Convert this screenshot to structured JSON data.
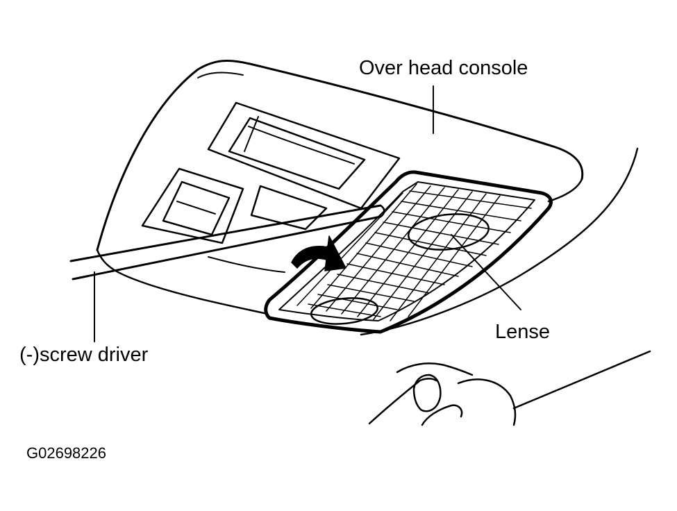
{
  "labels": {
    "overhead_console": "Over head console",
    "lense": "Lense",
    "screw_driver": "(-)screw driver",
    "figure_id": "G02698226"
  },
  "colors": {
    "ink": "#000000",
    "background": "#ffffff"
  },
  "icons": {
    "direction_arrow": "curved-arrow-icon"
  }
}
